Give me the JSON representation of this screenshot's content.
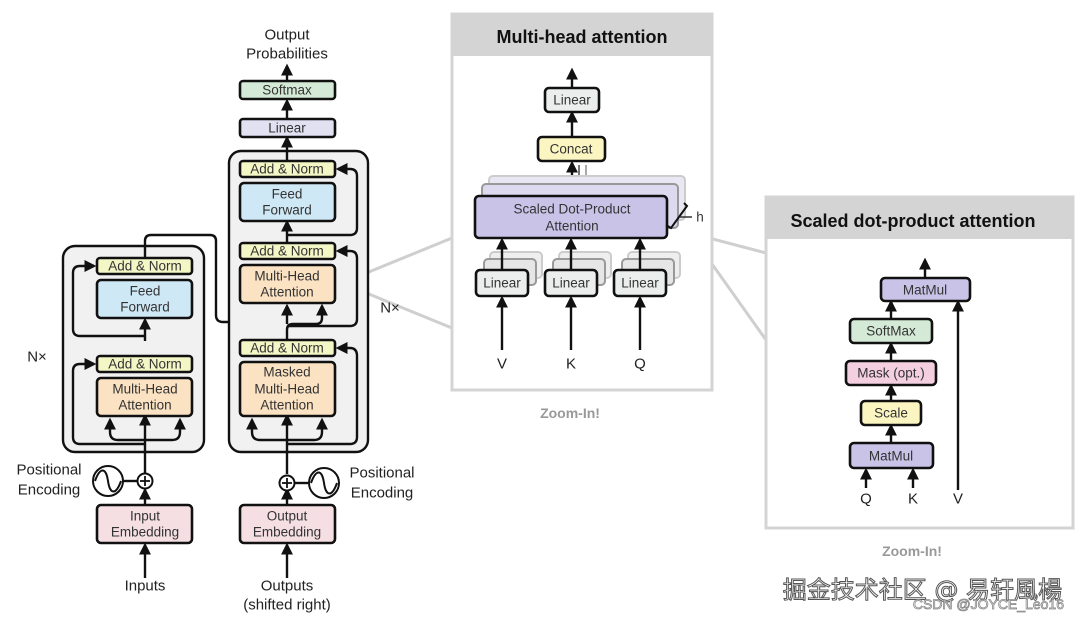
{
  "colors": {
    "add_norm": "#f3f6c5",
    "feed_forward": "#cfe8f5",
    "attention": "#fbe2c2",
    "embedding": "#f5dfe3",
    "linear": "#e1e1f2",
    "softmax": "#d5ead6",
    "scaled_dp": "#c9c3e8",
    "concat": "#fbf5c2",
    "linear_small": "#eceeee",
    "mask": "#f3cfe0",
    "scale": "#fbf5c2",
    "panel_header": "#d4d4d4",
    "block_bg": "#f1f1f1"
  },
  "transformer": {
    "output_label_line1": "Output",
    "output_label_line2": "Probabilities",
    "softmax": "Softmax",
    "linear": "Linear",
    "encoder": {
      "repeat_label": "N×",
      "add_norm_top": "Add & Norm",
      "feed_forward_line1": "Feed",
      "feed_forward_line2": "Forward",
      "add_norm_bottom": "Add & Norm",
      "attention_line1": "Multi-Head",
      "attention_line2": "Attention",
      "positional_line1": "Positional",
      "positional_line2": "Encoding",
      "embedding_line1": "Input",
      "embedding_line2": "Embedding",
      "input_label": "Inputs"
    },
    "decoder": {
      "repeat_label": "N×",
      "add_norm_top": "Add & Norm",
      "feed_forward_line1": "Feed",
      "feed_forward_line2": "Forward",
      "add_norm_mid": "Add & Norm",
      "attention_line1": "Multi-Head",
      "attention_line2": "Attention",
      "add_norm_bottom": "Add & Norm",
      "masked_line1": "Masked",
      "masked_line2": "Multi-Head",
      "masked_line3": "Attention",
      "positional_line1": "Positional",
      "positional_line2": "Encoding",
      "embedding_line1": "Output",
      "embedding_line2": "Embedding",
      "output_label_line1": "Outputs",
      "output_label_line2": "(shifted right)"
    }
  },
  "multi_head_panel": {
    "title": "Multi-head attention",
    "linear_out": "Linear",
    "concat": "Concat",
    "sdpa_line1": "Scaled Dot-Product",
    "sdpa_line2": "Attention",
    "heads_label": "h",
    "linear_v": "Linear",
    "linear_k": "Linear",
    "linear_q": "Linear",
    "input_v": "V",
    "input_k": "K",
    "input_q": "Q",
    "caption": "Zoom-In!"
  },
  "scaled_dp_panel": {
    "title": "Scaled dot-product attention",
    "matmul_top": "MatMul",
    "softmax": "SoftMax",
    "mask": "Mask (opt.)",
    "scale": "Scale",
    "matmul_bottom": "MatMul",
    "input_q": "Q",
    "input_k": "K",
    "input_v": "V",
    "caption": "Zoom-In!"
  },
  "watermark": {
    "main": "掘金技术社区 @ 易轩風楊",
    "sub": "CSDN @JOYCE_Leo16"
  }
}
